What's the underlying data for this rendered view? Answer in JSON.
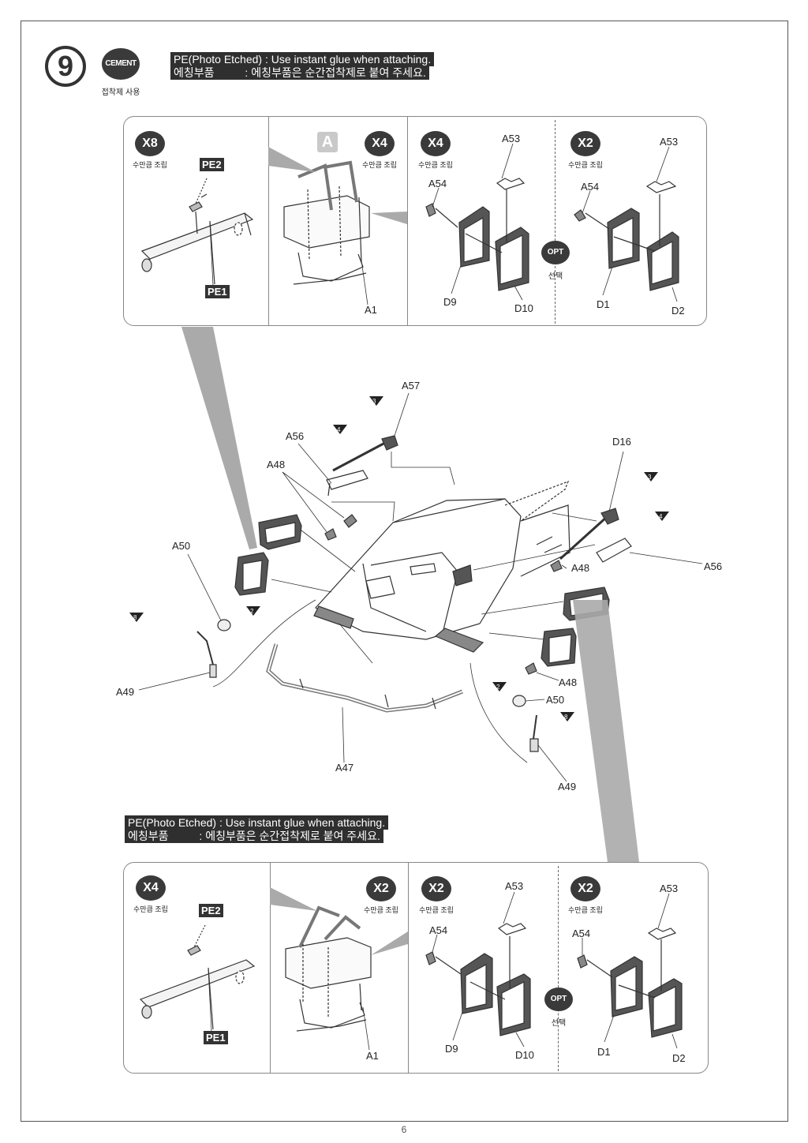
{
  "step": {
    "number": "9",
    "cement_label": "CEMENT",
    "cement_sub": "접착제 사용"
  },
  "notes": {
    "top_line1": "PE(Photo Etched) : Use instant glue when attaching.",
    "top_line2": "에칭부품          : 에칭부품은 순간접착제로 붙여 주세요.",
    "mid_line1": "PE(Photo Etched) : Use instant glue when attaching.",
    "mid_line2": "에칭부품          : 에칭부품은 순간접착제로 붙여 주세요."
  },
  "common": {
    "repeat_sub": "수만큼 조립",
    "opt": "OPT",
    "opt_sub": "선택",
    "marker_a": "A"
  },
  "top_panel": {
    "left_badge": "X8",
    "mid_badge": "X4",
    "right_a_badge": "X4",
    "right_b_badge": "X2",
    "pe2": "PE2",
    "pe1": "PE1",
    "a1": "A1",
    "a53_a": "A53",
    "a54_a": "A54",
    "d9": "D9",
    "d10": "D10",
    "a53_b": "A53",
    "a54_b": "A54",
    "d1": "D1",
    "d2": "D2"
  },
  "bottom_panel": {
    "left_badge": "X4",
    "mid_badge": "X2",
    "right_a_badge": "X2",
    "right_b_badge": "X2",
    "pe2": "PE2",
    "pe1": "PE1",
    "a1": "A1",
    "a53_a": "A53",
    "a54_a": "A54",
    "d9": "D9",
    "d10": "D10",
    "a53_b": "A53",
    "a54_b": "A54",
    "d1": "D1",
    "d2": "D2"
  },
  "main": {
    "a57": "A57",
    "a56_left": "A56",
    "a48_left": "A48",
    "a50_left": "A50",
    "a49_left": "A49",
    "a47": "A47",
    "d16": "D16",
    "a48_right_top": "A48",
    "a56_right": "A56",
    "a48_right_bottom": "A48",
    "a50_right": "A50",
    "a49_right": "A49",
    "markers": {
      "m3_left": "3",
      "m4_left": "4",
      "m8_left": "8",
      "m2_left": "2",
      "m3_right": "3",
      "m4_right": "4",
      "m2_right": "2",
      "m8_right": "8"
    }
  },
  "page_number": "6"
}
